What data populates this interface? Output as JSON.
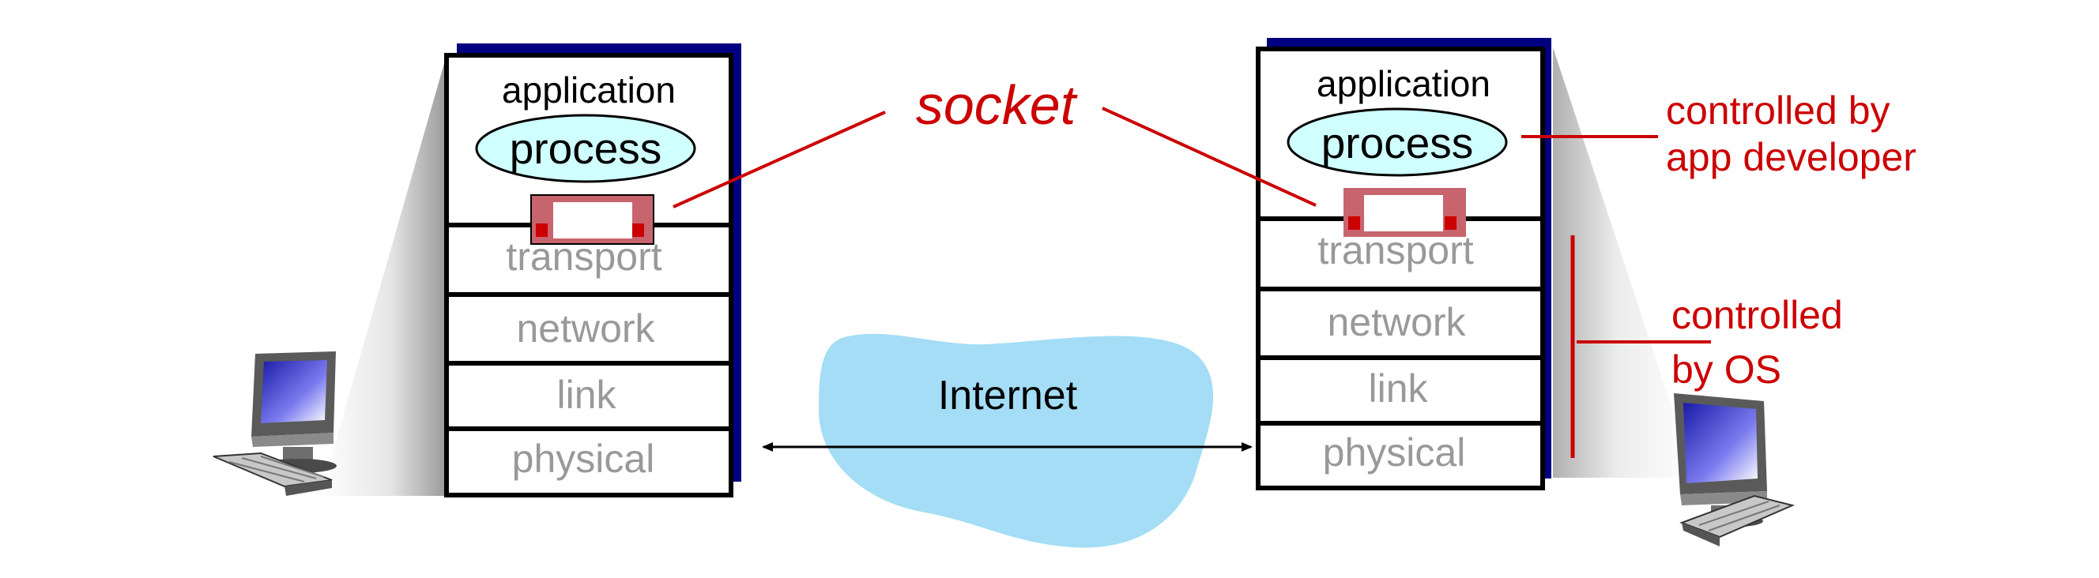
{
  "colors": {
    "annotation": "#cc0000",
    "cloud": "#a4ddf5",
    "process_oval": "#cfffff",
    "stack_shadow": "#000080",
    "socket": "#c8646e",
    "socket_port": "#cc0000",
    "dim_text": "#999999"
  },
  "left_host": {
    "layers": {
      "application": "application",
      "process": "process",
      "transport": "transport",
      "network": "network",
      "link": "link",
      "physical": "physical"
    },
    "icon": "desktop-computer-icon"
  },
  "right_host": {
    "layers": {
      "application": "application",
      "process": "process",
      "transport": "transport",
      "network": "network",
      "link": "link",
      "physical": "physical"
    },
    "icon": "desktop-computer-icon"
  },
  "annotations": {
    "socket": "socket",
    "app_controlled_line1": "controlled by",
    "app_controlled_line2": "app developer",
    "os_controlled_line1": "controlled",
    "os_controlled_line2": "by OS"
  },
  "network_cloud": {
    "label": "Internet"
  }
}
